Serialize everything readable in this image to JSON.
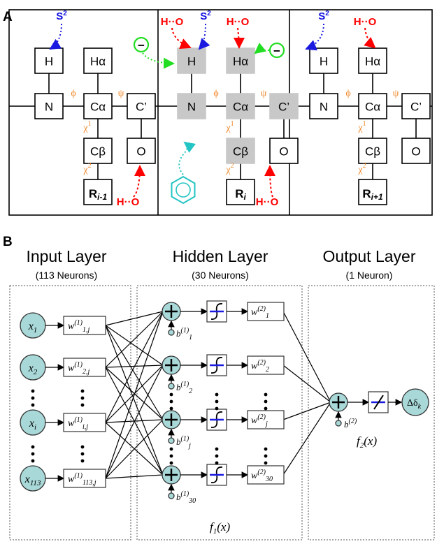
{
  "panel_a": {
    "label": "A",
    "residues": [
      {
        "h": "H",
        "n": "N",
        "ha": "Hα",
        "ca": "Cα",
        "cp": "C’",
        "o": "O",
        "cb": "Cβ",
        "r_main": "R",
        "r_sub": "i-1"
      },
      {
        "h": "H",
        "n": "N",
        "ha": "Hα",
        "ca": "Cα",
        "cp": "C’",
        "o": "O",
        "cb": "Cβ",
        "r_main": "R",
        "r_sub": "i"
      },
      {
        "h": "H",
        "n": "N",
        "ha": "Hα",
        "ca": "Cα",
        "cp": "C’",
        "o": "O",
        "cb": "Cβ",
        "r_main": "R",
        "r_sub": "i+1"
      }
    ],
    "phi": "ϕ",
    "psi": "ψ",
    "chi1": "χ",
    "chi1_sup": "1",
    "chi2": "χ",
    "chi2_sup": "2",
    "hbond": "H··O",
    "s2": "S",
    "s2_sup": "2",
    "minus": "−",
    "colors": {
      "gray_box": "#c8c8c8",
      "hbond": "#ff0000",
      "s2": "#1010e0",
      "charge": "#22dd22",
      "ring": "#22c4c4",
      "angle": "#f0882a"
    }
  },
  "panel_b": {
    "label": "B",
    "input": {
      "title": "Input Layer",
      "sub": "(113 Neurons)"
    },
    "hidden": {
      "title": "Hidden Layer",
      "sub": "(30 Neurons)"
    },
    "output": {
      "title": "Output Layer",
      "sub": "(1 Neuron)"
    },
    "inputs": [
      {
        "x_main": "x",
        "x_sub": "1",
        "w_sub": "1,j"
      },
      {
        "x_main": "x",
        "x_sub": "2",
        "w_sub": "2,j"
      },
      {
        "x_main": "x",
        "x_sub": "i",
        "w_sub": "i,j"
      },
      {
        "x_main": "x",
        "x_sub": "113",
        "w_sub": "113,j"
      }
    ],
    "hidden_units": [
      {
        "b_sub": "1",
        "w_sub": "1"
      },
      {
        "b_sub": "2",
        "w_sub": "2"
      },
      {
        "b_sub": "j",
        "w_sub": "j"
      },
      {
        "b_sub": "30",
        "w_sub": "30"
      }
    ],
    "w1_sup": "(1)",
    "w2_sup": "(2)",
    "b1_sup": "(1)",
    "b2_sup": "(2)",
    "w_letter": "w",
    "b_letter": "b",
    "f1": "f",
    "f1_sub": "1",
    "f2": "f",
    "f2_sub": "2",
    "fx": "(x)",
    "output_main": "Δδ",
    "output_sub": "k",
    "colors": {
      "neuron_fill": "#a9d8d8",
      "activation": "#1a1ae0"
    }
  }
}
